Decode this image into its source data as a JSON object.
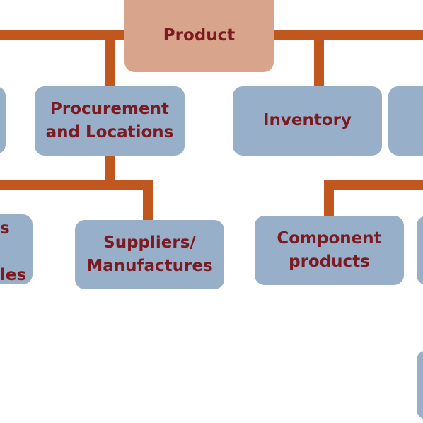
{
  "diagram": {
    "colors": {
      "connector": "#c0571f",
      "node_fill": "#98afc9",
      "root_fill": "#d9a48c",
      "text": "#7b1a20"
    },
    "root": {
      "label": "Product"
    },
    "level1": [
      {
        "label": "Procurement\nand Locations"
      },
      {
        "label": "Inventory"
      }
    ],
    "level2": [
      {
        "label_partial_line1": "s",
        "label_partial_line2": "les"
      },
      {
        "label": "Suppliers/\nManufactures"
      },
      {
        "label": "Component\nproducts"
      }
    ]
  }
}
